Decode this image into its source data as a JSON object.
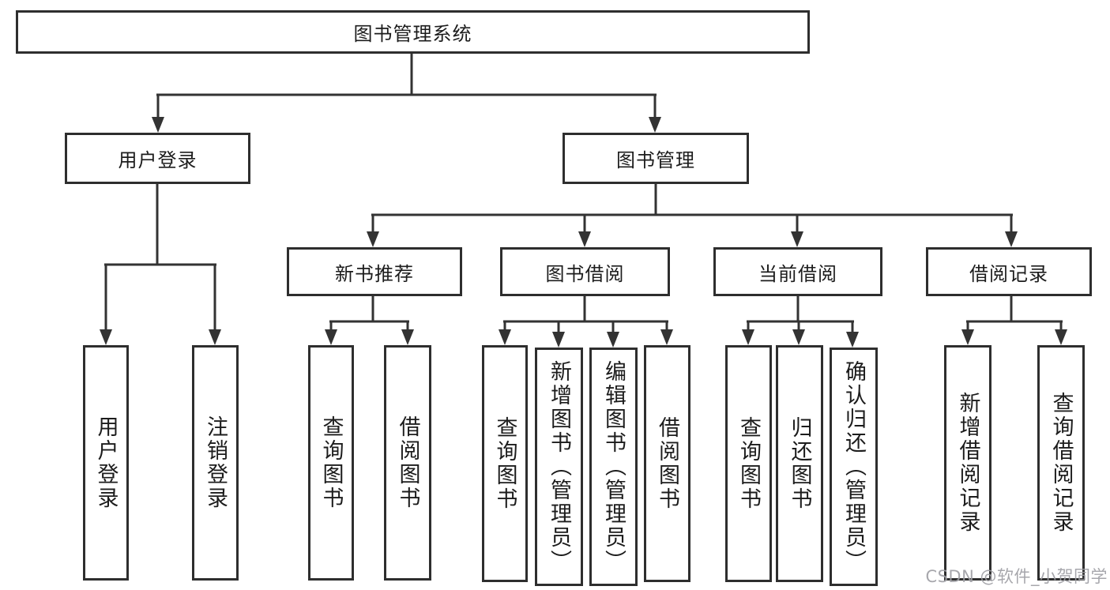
{
  "tree": {
    "root": "图书管理系统",
    "branches": [
      {
        "label": "用户登录",
        "leaves": [
          "用户登录",
          "注销登录"
        ]
      },
      {
        "label": "图书管理",
        "groups": [
          {
            "label": "新书推荐",
            "leaves": [
              "查询图书",
              "借阅图书"
            ]
          },
          {
            "label": "图书借阅",
            "leaves": [
              "查询图书",
              "新增图书（管理员）",
              "编辑图书（管理员）",
              "借阅图书"
            ]
          },
          {
            "label": "当前借阅",
            "leaves": [
              "查询图书",
              "归还图书",
              "确认归还（管理员）"
            ]
          },
          {
            "label": "借阅记录",
            "leaves": [
              "新增借阅记录",
              "查询借阅记录"
            ]
          }
        ]
      }
    ]
  },
  "watermark": {
    "text": "CSDN @软件_小贺同学"
  },
  "colors": {
    "background": "#ffffff",
    "box_border": "#2e2e2e",
    "connector": "#333333",
    "text": "#1c1c1c",
    "watermark": "#9e9ea4"
  }
}
